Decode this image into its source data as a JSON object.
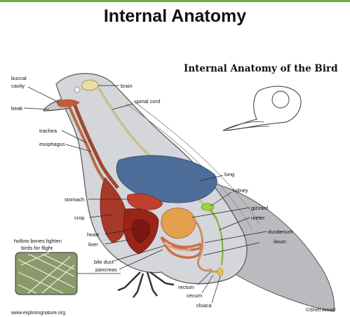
{
  "slide": {
    "title": "Internal Anatomy"
  },
  "diagram": {
    "title": "Internal Anatomy of the Bird",
    "labels": {
      "buccal_cavity_1": "buccal",
      "buccal_cavity_2": "cavity",
      "beak": "beak",
      "brain": "brain",
      "spinal_cord": "spinal cord",
      "trachea": "trachea",
      "esophagus": "esophagus",
      "lung": "lung",
      "kidney": "kidney",
      "stomach": "stomach",
      "gizzard": "gizzard",
      "crop": "crop",
      "ureter": "ureter",
      "duodenum": "duodenum",
      "heart": "heart",
      "ileum": "ileum",
      "liver": "liver",
      "bile_duct": "bile duct",
      "pancreas": "pancreas",
      "rectum": "rectum",
      "cecum": "cecum",
      "cloaca": "cloaca"
    },
    "inset_caption_1": "hollow bones lighten",
    "inset_caption_2": "birds for flight",
    "website": "www.exploringnature.org",
    "copyright": "©Sheri Amsel"
  }
}
